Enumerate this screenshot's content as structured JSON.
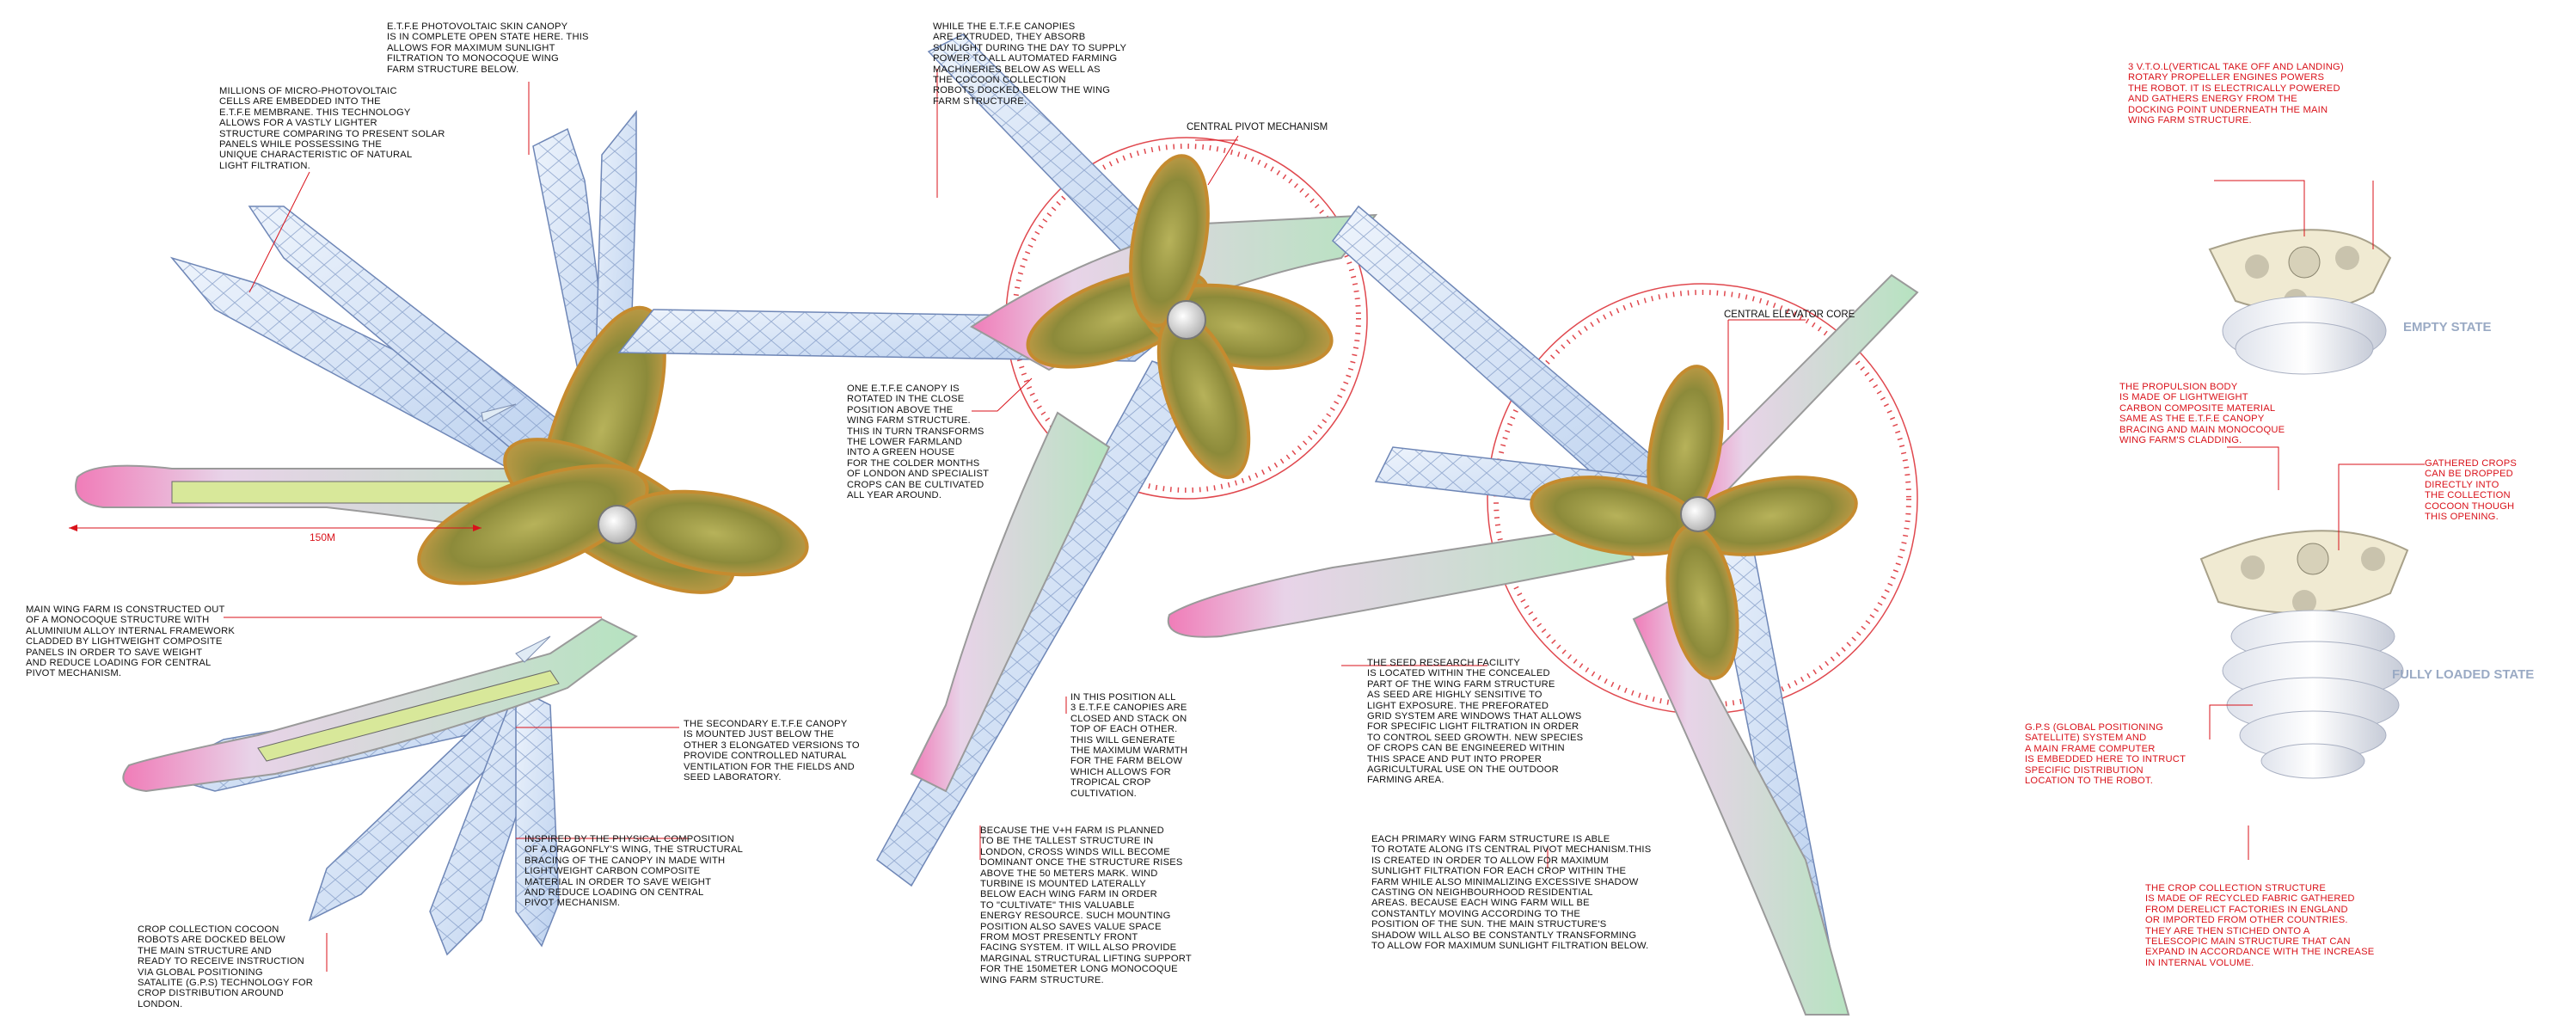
{
  "labels": {
    "central_pivot": "CENTRAL PIVOT MECHANISM",
    "central_elevator": "CENTRAL ELEVATOR CORE",
    "dimension": "150M",
    "empty_state": "EMPTY STATE",
    "fully_loaded_state": "FULLY LOADED STATE"
  },
  "annotations": {
    "etfe_skin": "E.T.F.E PHOTOVOLTAIC SKIN CANOPY\nIS IN COMPLETE OPEN STATE HERE. THIS\nALLOWS FOR MAXIMUM SUNLIGHT\nFILTRATION TO MONOCOQUE WING\nFARM STRUCTURE BELOW.",
    "micro_pv": "MILLIONS OF MICRO-PHOTOVOLTAIC\nCELLS ARE EMBEDDED INTO THE\nE.T.F.E MEMBRANE. THIS TECHNOLOGY\nALLOWS FOR A VASTLY LIGHTER\nSTRUCTURE COMPARING TO PRESENT SOLAR\nPANELS WHILE POSSESSING THE\nUNIQUE CHARACTERISTIC OF NATURAL\nLIGHT FILTRATION.",
    "extruded": "WHILE THE E.T.F.E CANOPIES\nARE EXTRUDED, THEY ABSORB\nSUNLIGHT DURING THE DAY TO SUPPLY\nPOWER TO ALL AUTOMATED FARMING\nMACHINERIES BELOW AS WELL AS\nTHE COCOON COLLECTION\nROBOTS DOCKED BELOW THE WING\nFARM STRUCTURE.",
    "one_canopy": "ONE E.T.F.E CANOPY IS\nROTATED IN THE CLOSE\nPOSITION ABOVE THE\nWING FARM STRUCTURE.\nTHIS IN TURN TRANSFORMS\nTHE LOWER FARMLAND\nINTO A GREEN HOUSE\nFOR THE COLDER MONTHS\nOF LONDON AND SPECIALIST\nCROPS CAN BE CULTIVATED\nALL YEAR AROUND.",
    "main_wing": "MAIN WING FARM IS CONSTRUCTED OUT\nOF A MONOCOQUE STRUCTURE WITH\nALUMINIUM ALLOY INTERNAL FRAMEWORK\nCLADDED BY LIGHTWEIGHT COMPOSITE\nPANELS IN ORDER TO SAVE WEIGHT\nAND REDUCE LOADING FOR CENTRAL\nPIVOT MECHANISM.",
    "secondary_canopy": "THE SECONDARY E.T.F.E CANOPY\nIS MOUNTED JUST BELOW THE\nOTHER 3 ELONGATED VERSIONS TO\nPROVIDE CONTROLLED NATURAL\nVENTILATION FOR THE FIELDS AND\nSEED LABORATORY.",
    "dragonfly": "INSPIRED BY THE PHYSICAL COMPOSITION\nOF A DRAGONFLY'S WING, THE STRUCTURAL\nBRACING OF THE CANOPY IN MADE WITH\nLIGHTWEIGHT CARBON COMPOSITE\nMATERIAL IN ORDER TO SAVE WEIGHT\nAND REDUCE LOADING ON CENTRAL\nPIVOT MECHANISM.",
    "crop_cocoon": "CROP COLLECTION COCOON\nROBOTS ARE DOCKED BELOW\nTHE MAIN STRUCTURE AND\nREADY TO RECEIVE INSTRUCTION\nVIA GLOBAL POSITIONING\nSATALITE (G.P.S) TECHNOLOGY FOR\nCROP DISTRIBUTION AROUND\nLONDON.",
    "closed_position": "IN THIS POSITION ALL\n3 E.T.F.E CANOPIES ARE\nCLOSED AND STACK ON\nTOP OF EACH OTHER.\nTHIS WILL GENERATE\nTHE MAXIMUM WARMTH\nFOR THE FARM BELOW\nWHICH ALLOWS FOR\nTROPICAL CROP\nCULTIVATION.",
    "tallest": "BECAUSE THE V+H FARM IS PLANNED\nTO BE THE TALLEST STRUCTURE IN\nLONDON, CROSS WINDS WILL BECOME\nDOMINANT ONCE THE STRUCTURE RISES\nABOVE THE 50 METERS MARK. WIND\nTURBINE IS MOUNTED LATERALLY\nBELOW EACH WING FARM IN ORDER\nTO \"CULTIVATE\" THIS VALUABLE\nENERGY RESOURCE. SUCH MOUNTING\nPOSITION ALSO SAVES VALUE SPACE\nFROM MOST PRESENTLY FRONT\nFACING SYSTEM. IT WILL ALSO PROVIDE\nMARGINAL STRUCTURAL LIFTING SUPPORT\nFOR THE 150METER LONG MONOCOQUE\nWING FARM STRUCTURE.",
    "seed_research": "THE SEED RESEARCH FACILITY\nIS LOCATED WITHIN THE CONCEALED\nPART OF THE WING FARM STRUCTURE\nAS SEED ARE HIGHLY SENSITIVE TO\nLIGHT EXPOSURE. THE PREFORATED\nGRID SYSTEM ARE WINDOWS THAT ALLOWS\nFOR SPECIFIC LIGHT FILTRATION IN ORDER\nTO CONTROL SEED GROWTH. NEW SPECIES\nOF CROPS CAN BE ENGINEERED WITHIN\nTHIS SPACE AND PUT INTO PROPER\nAGRICULTURAL USE ON THE OUTDOOR\nFARMING AREA.",
    "rotate": "EACH PRIMARY WING FARM STRUCTURE IS ABLE\nTO ROTATE ALONG ITS CENTRAL PIVOT MECHANISM.THIS\nIS CREATED IN ORDER TO ALLOW FOR MAXIMUM\nSUNLIGHT FILTRATION FOR EACH CROP WITHIN THE\nFARM WHILE ALSO MINIMALIZING EXCESSIVE SHADOW\nCASTING ON NEIGHBOURHOOD RESIDENTIAL\nAREAS. BECAUSE EACH WING FARM WILL BE\nCONSTANTLY MOVING ACCORDING TO THE\nPOSITION OF THE SUN. THE MAIN STRUCTURE'S\nSHADOW WILL ALSO BE CONSTANTLY TRANSFORMING\nTO ALLOW FOR MAXIMUM SUNLIGHT FILTRATION BELOW.",
    "vtol": "3 V.T.O.L(VERTICAL TAKE OFF AND LANDING)\nROTARY PROPELLER ENGINES POWERS\nTHE ROBOT. IT IS ELECTRICALLY POWERED\nAND GATHERS ENERGY FROM THE\nDOCKING POINT UNDERNEATH THE MAIN\nWING FARM STRUCTURE.",
    "propulsion": "THE PROPULSION BODY\nIS MADE OF LIGHTWEIGHT\nCARBON COMPOSITE MATERIAL\nSAME AS THE E.T.F.E CANOPY\nBRACING AND MAIN MONOCOQUE\nWING FARM'S CLADDING.",
    "gathered": "GATHERED CROPS\nCAN BE DROPPED\nDIRECTLY INTO\nTHE COLLECTION\nCOCOON THOUGH\nTHIS OPENING.",
    "gps": "G.P.S (GLOBAL POSITIONING\nSATELLITE) SYSTEM AND\nA MAIN FRAME COMPUTER\nIS EMBEDDED HERE TO INTRUCT\nSPECIFIC DISTRIBUTION\nLOCATION TO THE ROBOT.",
    "recycled": "THE CROP COLLECTION STRUCTURE\nIS MADE OF RECYCLED FABRIC GATHERED\nFROM DERELICT FACTORIES IN ENGLAND\nOR IMPORTED FROM OTHER COUNTRIES.\nTHEY ARE THEN STICHED ONTO A\nTELESCOPIC MAIN STRUCTURE THAT CAN\nEXPAND IN ACCORDANCE WITH THE INCREASE\nIN INTERNAL VOLUME."
  },
  "colors": {
    "annotation_red": "#d9121a",
    "annotation_black": "#111111",
    "canopy_blue": "#c7d9f0",
    "wing_magenta": "#e56aa8",
    "propeller_gold": "#d9a142",
    "state_label": "#9aaac4"
  }
}
